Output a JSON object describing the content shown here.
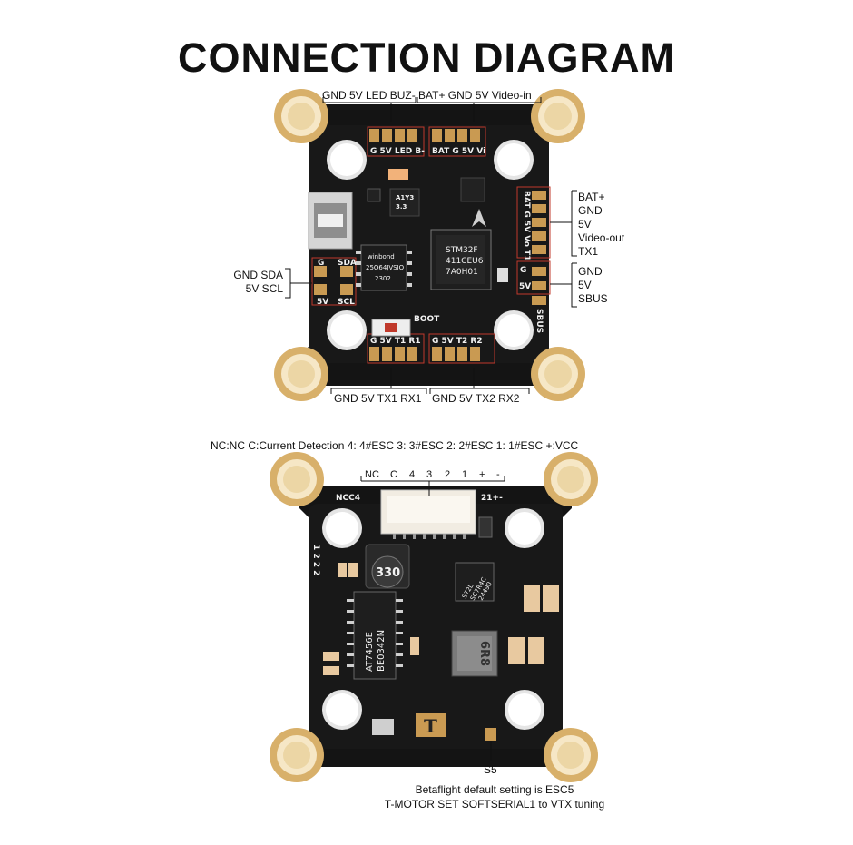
{
  "title": "CONNECTION DIAGRAM",
  "fc": {
    "top_left_label": "GND  5V  LED  BUZ-",
    "top_right_label": "BAT+  GND  5V  Video-in",
    "bottom_left_label": "GND   5V   TX1   RX1",
    "bottom_right_label": "GND   5V   TX2   RX2",
    "left_labels": [
      "GND  SDA",
      "5V     SCL"
    ],
    "right_upper_labels": [
      "BAT+",
      "GND",
      "5V",
      "Video-out",
      "TX1"
    ],
    "right_lower_labels": [
      "GND",
      "5V",
      "SBUS"
    ],
    "silk": {
      "top_left_pads": "G 5V LED B-",
      "top_right_pads": "BAT G 5V Vi",
      "bottom_left_pads": "G  5V  T1  R1",
      "bottom_right_pads": "G  5V  T2  R2",
      "left_g": "G",
      "left_sda": "SDA",
      "left_5v": "5V",
      "left_scl": "SCL",
      "right_stack": "BAT G 5V Vo T1",
      "sbus_g": "G",
      "sbus_5v": "5V",
      "sbus": "SBUS",
      "boot": "BOOT",
      "mcu_lines": [
        "STM32F",
        "411CEU6",
        "7A0H01"
      ],
      "flash_lines": [
        "winbond",
        "25Q64JVSIQ",
        "2302"
      ],
      "ic_lines": [
        "A1Y3",
        "3.3"
      ]
    }
  },
  "esc": {
    "header_legend": "NC:NC  C:Current Detection  4: 4#ESC  3: 3#ESC      2: 2#ESC  1: 1#ESC  +:VCC",
    "connector_pins": [
      "NC",
      "C",
      "4",
      "3",
      "2",
      "1",
      "+",
      "-"
    ],
    "silk_left": "NCC4",
    "silk_right": "21+-",
    "silk_side": "1 2 2 2",
    "inductor": "330",
    "chip1_lines": [
      "AT7456E",
      "BE0342N"
    ],
    "chip2_lines": [
      "S72L",
      "SC7R4C",
      "24490"
    ],
    "module_label": "6R8",
    "logo": "T",
    "s5_label": "S5",
    "note_lines": [
      "Betaflight default setting is ESC5",
      "T-MOTOR SET SOFTSERIAL1 to VTX tuning"
    ]
  },
  "colors": {
    "board": "#141414",
    "pad_gold": "#c99a52",
    "ring_gold": "#d8b06a",
    "outline_red": "#c0392b"
  }
}
